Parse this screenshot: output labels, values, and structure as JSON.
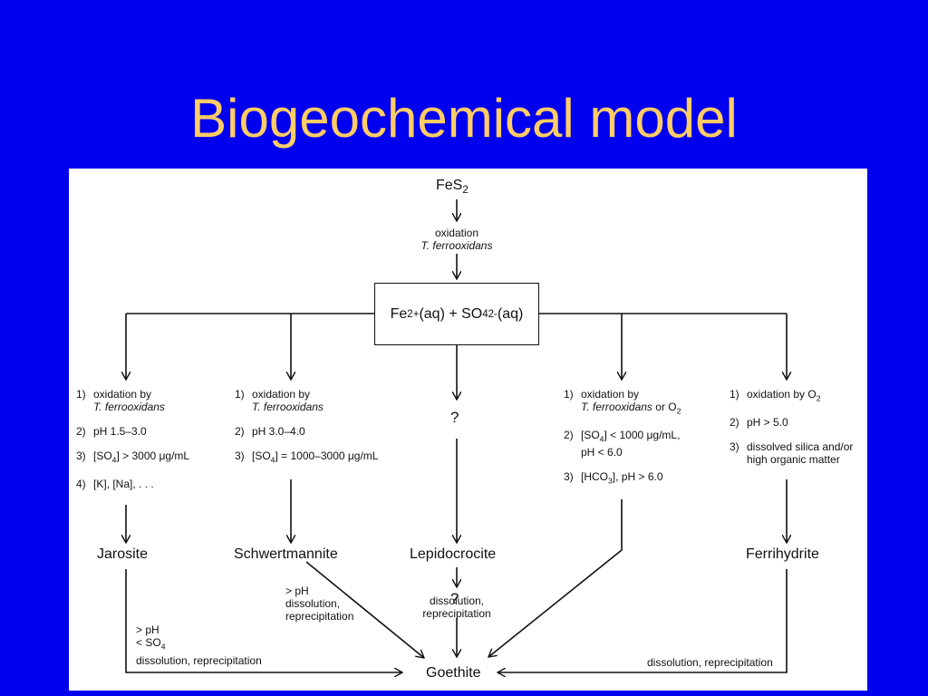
{
  "slide": {
    "title": "Biogeochemical model"
  },
  "diagram": {
    "colors": {
      "background": "#0000ee",
      "title": "#ffcc66",
      "panel": "#ffffff",
      "ink": "#111111"
    },
    "source": {
      "formula": "FeS",
      "sub": "2"
    },
    "step1": {
      "process": "oxidation",
      "organism": "T. ferrooxidans"
    },
    "box": {
      "fe": "Fe",
      "fe_charge": "2+",
      "fe_state": "(aq) + SO",
      "so_sub": "4",
      "so_charge": "2-",
      "so_state": "(aq)"
    },
    "branches": {
      "jarosite": {
        "c1_num": "1)",
        "c1_text": "oxidation by",
        "c1_org": "T. ferrooxidans",
        "c2_num": "2)",
        "c2_text": "pH 1.5–3.0",
        "c3_num": "3)",
        "c3_pre": "[SO",
        "c3_sub": "4",
        "c3_post": "] > 3000 μg/mL",
        "c4_num": "4)",
        "c4_text": "[K], [Na],  . . .",
        "product": "Jarosite"
      },
      "schwertmannite": {
        "c1_num": "1)",
        "c1_text": "oxidation by",
        "c1_org": "T. ferrooxidans",
        "c2_num": "2)",
        "c2_text": "pH 3.0–4.0",
        "c3_num": "3)",
        "c3_pre": "[SO",
        "c3_sub": "4",
        "c3_post": "] = 1000–3000 μg/mL",
        "product": "Schwertmannite"
      },
      "lepidocrocite": {
        "q1": "?",
        "q2": "?",
        "product": "Lepidocrocite",
        "to_goethite_1": "dissolution,",
        "to_goethite_2": "reprecipitation"
      },
      "fourth": {
        "c1_num": "1)",
        "c1_text": "oxidation by",
        "c1_org": "T. ferrooxidans",
        "c1_or": " or O",
        "c1_sub": "2",
        "c2_num": "2)",
        "c2_pre": "[SO",
        "c2_sub": "4",
        "c2_post": "] < 1000 μg/mL,",
        "c2_line2": "pH < 6.0",
        "c3_num": "3)",
        "c3_pre": "[HCO",
        "c3_sub": "3",
        "c3_post": "], pH > 6.0"
      },
      "ferrihydrite": {
        "c1_num": "1)",
        "c1_text": "oxidation by O",
        "c1_sub": "2",
        "c2_num": "2)",
        "c2_text": "pH > 5.0",
        "c3_num": "3)",
        "c3_text": "dissolved silica and/or",
        "c3_line2": "high organic matter",
        "product": "Ferrihydrite"
      }
    },
    "sink": "Goethite",
    "jarosite_to_goethite": {
      "l1": "> pH",
      "l2_pre": "< SO",
      "l2_sub": "4",
      "l3": "dissolution, reprecipitation"
    },
    "schwert_to_goethite": {
      "l1": "> pH",
      "l2": "dissolution,",
      "l3": "reprecipitation"
    },
    "ferri_to_goethite": {
      "l1": "dissolution, reprecipitation"
    }
  }
}
